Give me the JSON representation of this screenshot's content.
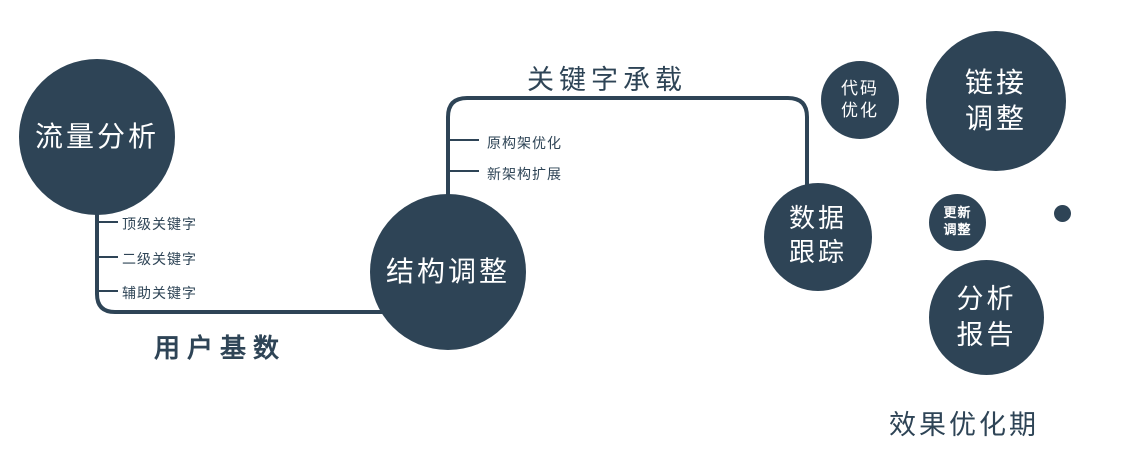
{
  "colors": {
    "primary": "#2e4456",
    "text_on_node": "#ffffff",
    "background": "#ffffff"
  },
  "nodes": {
    "traffic_analysis": {
      "label": "流量分析"
    },
    "structure_adjust": {
      "label": "结构调整"
    },
    "data_tracking": {
      "line1": "数据",
      "line2": "跟踪"
    },
    "code_optimization": {
      "line1": "代码",
      "line2": "优化"
    },
    "link_adjustment": {
      "line1": "链接",
      "line2": "调整"
    },
    "update_adjustment": {
      "line1": "更新",
      "line2": "调整"
    },
    "analysis_report": {
      "line1": "分析",
      "line2": "报告"
    }
  },
  "edge_labels": {
    "user_base": "用户基数",
    "keyword_carrying": "关键字承载"
  },
  "branch_labels": {
    "traffic": [
      "顶级关键字",
      "二级关键字",
      "辅助关键字"
    ],
    "structure": [
      "原构架优化",
      "新架构扩展"
    ]
  },
  "captions": {
    "effect_optimization_period": "效果优化期"
  }
}
